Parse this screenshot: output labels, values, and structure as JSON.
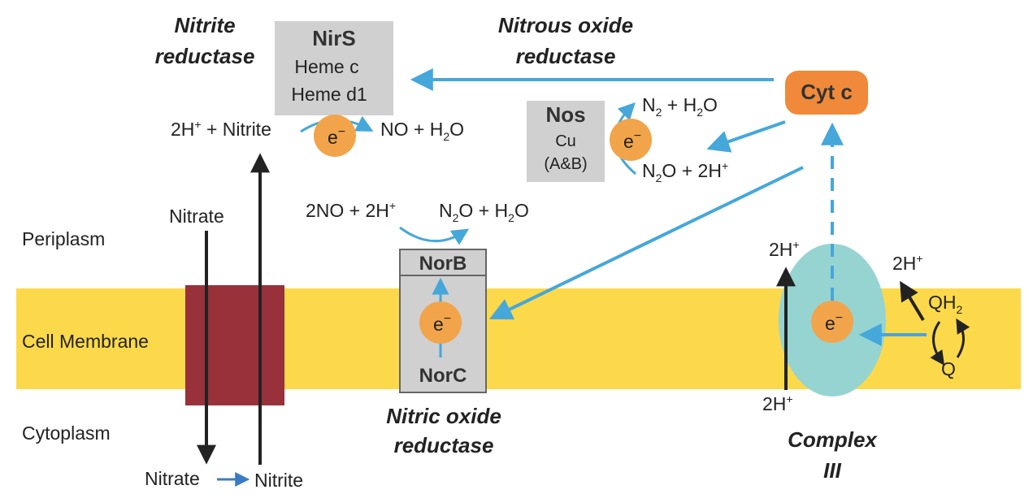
{
  "colors": {
    "membrane": "#fcd94a",
    "transporter": "#98313a",
    "arrow_blue": "#45a7da",
    "arrow_dark": "#222222",
    "electron": "#f2a44b",
    "cyt_c": "#f08a3a",
    "complex3": "#96d4d2",
    "enzyme_box": "#d0d0d0"
  },
  "regions": {
    "periplasm": "Periplasm",
    "membrane": "Cell Membrane",
    "cytoplasm": "Cytoplasm"
  },
  "enzymes": {
    "nitrite_reductase": {
      "title_line1": "Nitrite",
      "title_line2": "reductase",
      "box_title": "NirS",
      "cofactor1": "Heme c",
      "cofactor2": "Heme d1"
    },
    "nitrous_oxide_reductase": {
      "title_line1": "Nitrous oxide",
      "title_line2": "reductase",
      "box_title": "Nos",
      "cofactor1": "Cu",
      "cofactor2": "(A&B)"
    },
    "nitric_oxide_reductase": {
      "title_line1": "Nitric oxide",
      "title_line2": "reductase",
      "top": "NorB",
      "bottom": "NorC"
    },
    "complex3": {
      "title_line1": "Complex",
      "title_line2": "III"
    },
    "cyt_c": {
      "label": "Cyt c"
    }
  },
  "electron_label": "e",
  "electron_sup": "−",
  "reactions": {
    "nir_left": "2H",
    "nir_left_sup": "+",
    "nir_left_rest": " + Nitrite",
    "nir_right": "NO + H",
    "nir_right_sub": "2",
    "nir_right_rest": "O",
    "nos_top_a": "N",
    "nos_top_sub1": "2",
    "nos_top_b": " + H",
    "nos_top_sub2": "2",
    "nos_top_c": "O",
    "nos_bot_a": "N",
    "nos_bot_sub": "2",
    "nos_bot_b": "O + 2H",
    "nos_bot_sup": "+",
    "nor_left": "2NO + 2H",
    "nor_left_sup": "+",
    "nor_right_a": "N",
    "nor_right_sub1": "2",
    "nor_right_b": "O + H",
    "nor_right_sub2": "2",
    "nor_right_c": "O"
  },
  "transport": {
    "nitrate_top": "Nitrate",
    "nitrate_bottom": "Nitrate",
    "nitrite_bottom": "Nitrite"
  },
  "protons": {
    "h_label": "2H",
    "h_sup": "+",
    "qh_a": "QH",
    "qh_sub": "2",
    "q": "Q"
  }
}
